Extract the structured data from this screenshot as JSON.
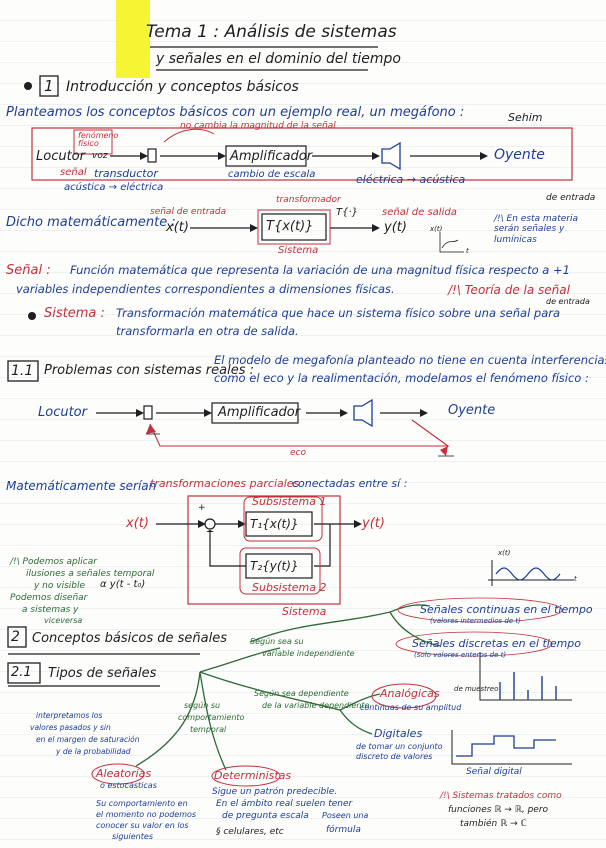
{
  "title": {
    "line1": "Tema 1 : Análisis de sistemas",
    "line2": "y señales en el dominio del tiempo"
  },
  "section1": {
    "number": "1",
    "heading": "Introducción y conceptos básicos"
  },
  "intro": {
    "sentence": "Planteamos los conceptos básicos con un ejemplo real, un megáfono :",
    "signature": "Sehim",
    "locutor": "Locutor",
    "fenomeno_fisico": "fenómeno físico",
    "voz": "voz",
    "senal": "señal",
    "transductor": "transductor",
    "acustica_electrica": "acústica → eléctrica",
    "note_top": "no cambia la magnitud de la señal",
    "amplificador": "Amplificador",
    "cambio_escala": "cambio de escala",
    "electrica_acustica": "eléctrica → acústica",
    "oyente": "Oyente",
    "de_entrada": "de entrada"
  },
  "math": {
    "dicho": "Dicho matemáticamente :",
    "senal_entrada": "señal de entrada",
    "x_t": "x(t)",
    "transformador": "transformador",
    "box": "T{x(t)}",
    "t_y": "T{·}",
    "sistema": "Sistema",
    "senal_salida": "señal de salida",
    "y_t": "y(t)",
    "note": "/!\\ En esta materia serán señales y lumínicas",
    "x_t_small": "x(t)",
    "t_small": "t"
  },
  "defs": {
    "senal_label": "Señal :",
    "senal_text1": "Función matemática que representa la variación de una magnitud física respecto a +1",
    "senal_text2": "variables independientes correspondientes a dimensiones físicas.",
    "senal_note": "/!\\ Teoría de la señal",
    "sistema_label": "Sistema :",
    "sistema_text1": "Transformación matemática que hace un sistema físico sobre una señal para",
    "sistema_text2": "transformarla en otra de salida.",
    "de_entrada_sup": "de entrada"
  },
  "section11": {
    "number": "1.1",
    "heading": "Problemas con sistemas reales :",
    "text1": "El modelo de megafonía planteado no tiene en cuenta interferencias,",
    "text2": "como el eco y la realimentación, modelamos el fenómeno físico :",
    "locutor": "Locutor",
    "amplificador": "Amplificador",
    "oyente": "Oyente",
    "eco": "eco"
  },
  "parallel": {
    "text_a": "Matemáticamente serían",
    "text_b": "transformaciones parciales",
    "text_c": "conectadas entre sí :",
    "subsistema1": "Subsistema 1",
    "subsistema2": "Subsistema 2",
    "t1": "T₁{x(t)}",
    "t2": "T₂{y(t)}",
    "x_t": "x(t)",
    "y_t": "y(t)",
    "sistema": "Sistema",
    "plus": "+",
    "note1": "/!\\ Podemos aplicar",
    "note2": "ilusiones a señales temporal",
    "note3": "y no visible",
    "note4": "α y(t - t₀)",
    "note5": "Podemos diseñar",
    "note6": "a sistemas y",
    "note7": "viceversa"
  },
  "section2": {
    "number": "2",
    "heading": "Conceptos básicos de señales"
  },
  "section21": {
    "number": "2.1",
    "heading": "Tipos de señales",
    "continuas": "Señales continuas en el tiempo",
    "continuas_sub": "(valores intermedios de t)",
    "discretas": "Señales discretas en el tiempo",
    "discretas_sub": "(solo valores enteros de t)",
    "muestreo": "de muestreo",
    "segun_variable": "Según sea su",
    "segun_variable2": "variable independiente",
    "segun_dependiente": "Según sea dependiente",
    "segun_dependiente2": "de la variable dependiente",
    "analogicas": "Analógicas",
    "analogicas_sub": "continuas de su amplitud",
    "digitales": "Digitales",
    "digitales_sub": "de tomar un conjunto discreto de valores",
    "segun_su": "según su",
    "comportamiento": "comportamiento",
    "temporal": "temporal",
    "aleatorias": "Aleatorias",
    "aleatorias_sub": "o estocásticas",
    "aleatorias_desc1": "Su comportamiento en",
    "aleatorias_desc2": "el momento no podemos",
    "aleatorias_desc3": "conocer su valor en los",
    "aleatorias_desc4": "siguientes",
    "left_note1": "interpretamos los",
    "left_note2": "valores pasados y sin",
    "left_note3": "en el margen de saturación",
    "left_note4": "y de la probabilidad",
    "deterministas": "Deterministas",
    "det_desc1": "Sigue un patrón predecible.",
    "det_desc2": "En el ámbito real suelen tener",
    "det_desc3": "de pregunta escala",
    "det_desc4": "Poseen una",
    "det_desc5": "fórmula",
    "det_desc6": "§ celulares, etc",
    "x_t": "x(t)",
    "t": "t",
    "digital_label": "Señal digital",
    "nota_final1": "/!\\ Sistemas tratados como",
    "nota_final2": "funciones ℝ → ℝ, pero",
    "nota_final3": "también ℝ → ℂ"
  }
}
